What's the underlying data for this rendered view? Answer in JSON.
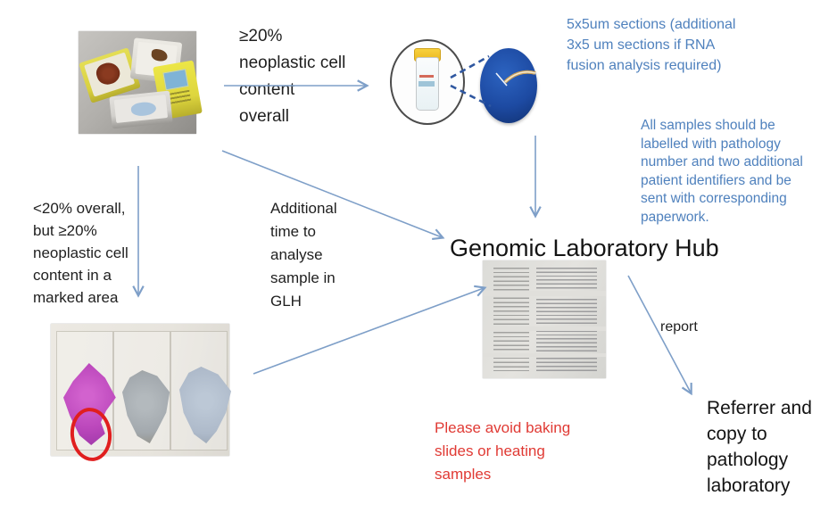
{
  "labels": {
    "high_content": "≥20%\nneoplastic cell\ncontent\noverall",
    "low_content": "<20% overall,\nbut ≥20%\nneoplastic cell\ncontent in a\nmarked area",
    "additional_time": "Additional\ntime to\nanalyse\nsample in\nGLH",
    "sections_note": "5x5um sections (additional\n3x5 um sections if RNA\nfusion analysis required)",
    "labelling_note": "All samples should be\nlabelled with pathology\nnumber and two additional\npatient identifiers and be\nsent with corresponding\npaperwork.",
    "hub_title": "Genomic Laboratory Hub",
    "report_label": "report",
    "referrer": "Referrer and\ncopy to\npathology\nlaboratory",
    "warning": "Please avoid baking\nslides or heating\nsamples"
  },
  "colors": {
    "blue_note_text": "#4f81bd",
    "arrow_blue": "#7e9fc8",
    "dashed_connector_blue": "#2f57a0",
    "warning_red": "#e03a34",
    "marked_area_red": "#e01f1f",
    "body_text": "#1f1f1f"
  },
  "images": {
    "cassettes": "tissue-cassette-blocks-photo",
    "tube": "sample-tube-in-magnifier-circle",
    "section_ellipse": "cut-tissue-section-on-blue-disc",
    "report_paper": "pathology-report-form-photo",
    "slides": "stained-slides-photo-with-red-marked-area"
  }
}
